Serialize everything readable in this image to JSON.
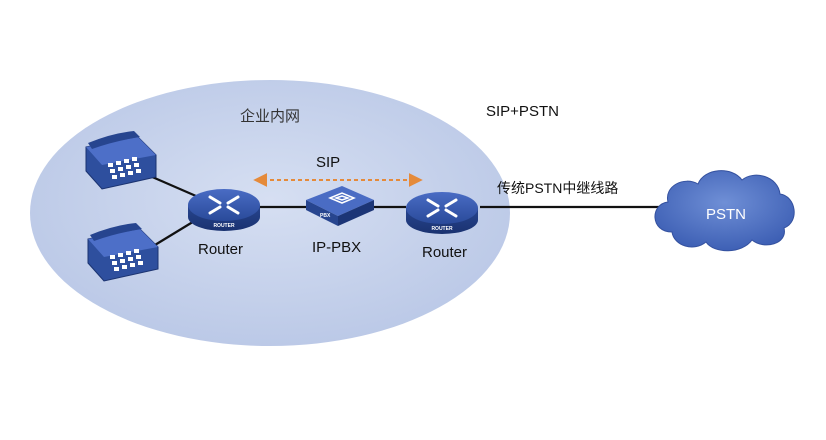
{
  "diagram": {
    "lan_label": "企业内网",
    "sip_pstn_label": "SIP+PSTN",
    "sip_label": "SIP",
    "trunk_label": "传统PSTN中继线路",
    "router_left_caption": "Router",
    "router_right_caption": "Router",
    "router_badge": "ROUTER",
    "pbx_caption": "IP-PBX",
    "pbx_badge": "PBX",
    "pstn_label": "PSTN"
  },
  "colors": {
    "lan_area": "#c6d2ec",
    "device_blue": "#2e4f9e",
    "arrow": "#e58a3a",
    "cloud": "#4a6cc0",
    "line": "#111111"
  },
  "icons": [
    "phone-icon",
    "router-icon",
    "pbx-icon",
    "cloud-icon"
  ]
}
